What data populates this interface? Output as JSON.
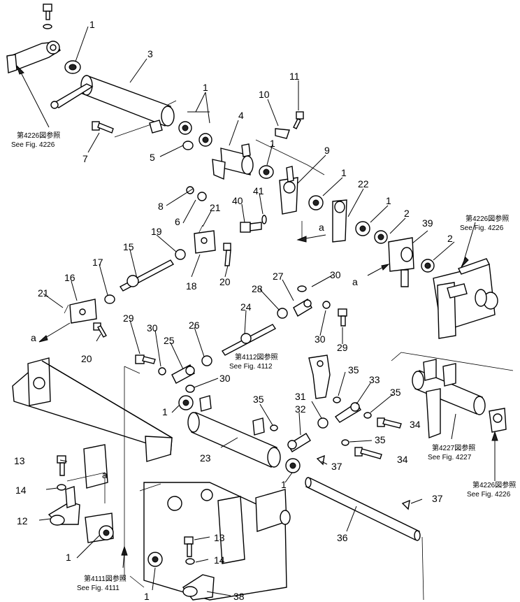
{
  "labels": {
    "n1a": "1",
    "n3": "3",
    "n1b": "1",
    "n11": "11",
    "n10": "10",
    "n4": "4",
    "n7": "7",
    "n5": "5",
    "n1c": "1",
    "n9": "9",
    "n1d": "1",
    "n22": "22",
    "n8": "8",
    "n41": "41",
    "n40": "40",
    "n6": "6",
    "n21a": "21",
    "n1e": "1",
    "n2a": "2",
    "n39": "39",
    "n19": "19",
    "n15": "15",
    "n2b": "2",
    "na1": "a",
    "na2": "a",
    "n17": "17",
    "n16": "16",
    "n21b": "21",
    "n18": "18",
    "n20a": "20",
    "n27": "27",
    "n30a": "30",
    "n28": "28",
    "n24": "24",
    "n30b": "30",
    "n29a": "29",
    "n29b": "29",
    "n30c": "30",
    "n26": "26",
    "n25": "25",
    "na3": "a",
    "n20b": "20",
    "n30d": "30",
    "n35a": "35",
    "n33": "33",
    "n1f": "1",
    "n35b": "35",
    "n31": "31",
    "n35c": "35",
    "n32": "32",
    "n34a": "34",
    "n35d": "35",
    "n23": "23",
    "n34b": "34",
    "n37a": "37",
    "n13a": "13",
    "n14a": "14",
    "na4": "a",
    "n12": "12",
    "n1g": "1",
    "n37b": "37",
    "n36": "36",
    "n13b": "13",
    "n14b": "14",
    "n1h": "1",
    "n1i": "1",
    "n38": "38"
  },
  "refs": {
    "fig4226_top_jp": "第4226図参照",
    "fig4226_top_en": "See Fig. 4226",
    "fig4226_right_jp": "第4226図参照",
    "fig4226_right_en": "See Fig. 4226",
    "fig4112_jp": "第4112図参照",
    "fig4112_en": "See Fig. 4112",
    "fig4227_jp": "第4227図参照",
    "fig4227_en": "See Fig. 4227",
    "fig4226_bottom_jp": "第4226図参照",
    "fig4226_bottom_en": "See Fig. 4226",
    "fig4111_jp": "第4111図参照",
    "fig4111_en": "See Fig. 4111"
  }
}
